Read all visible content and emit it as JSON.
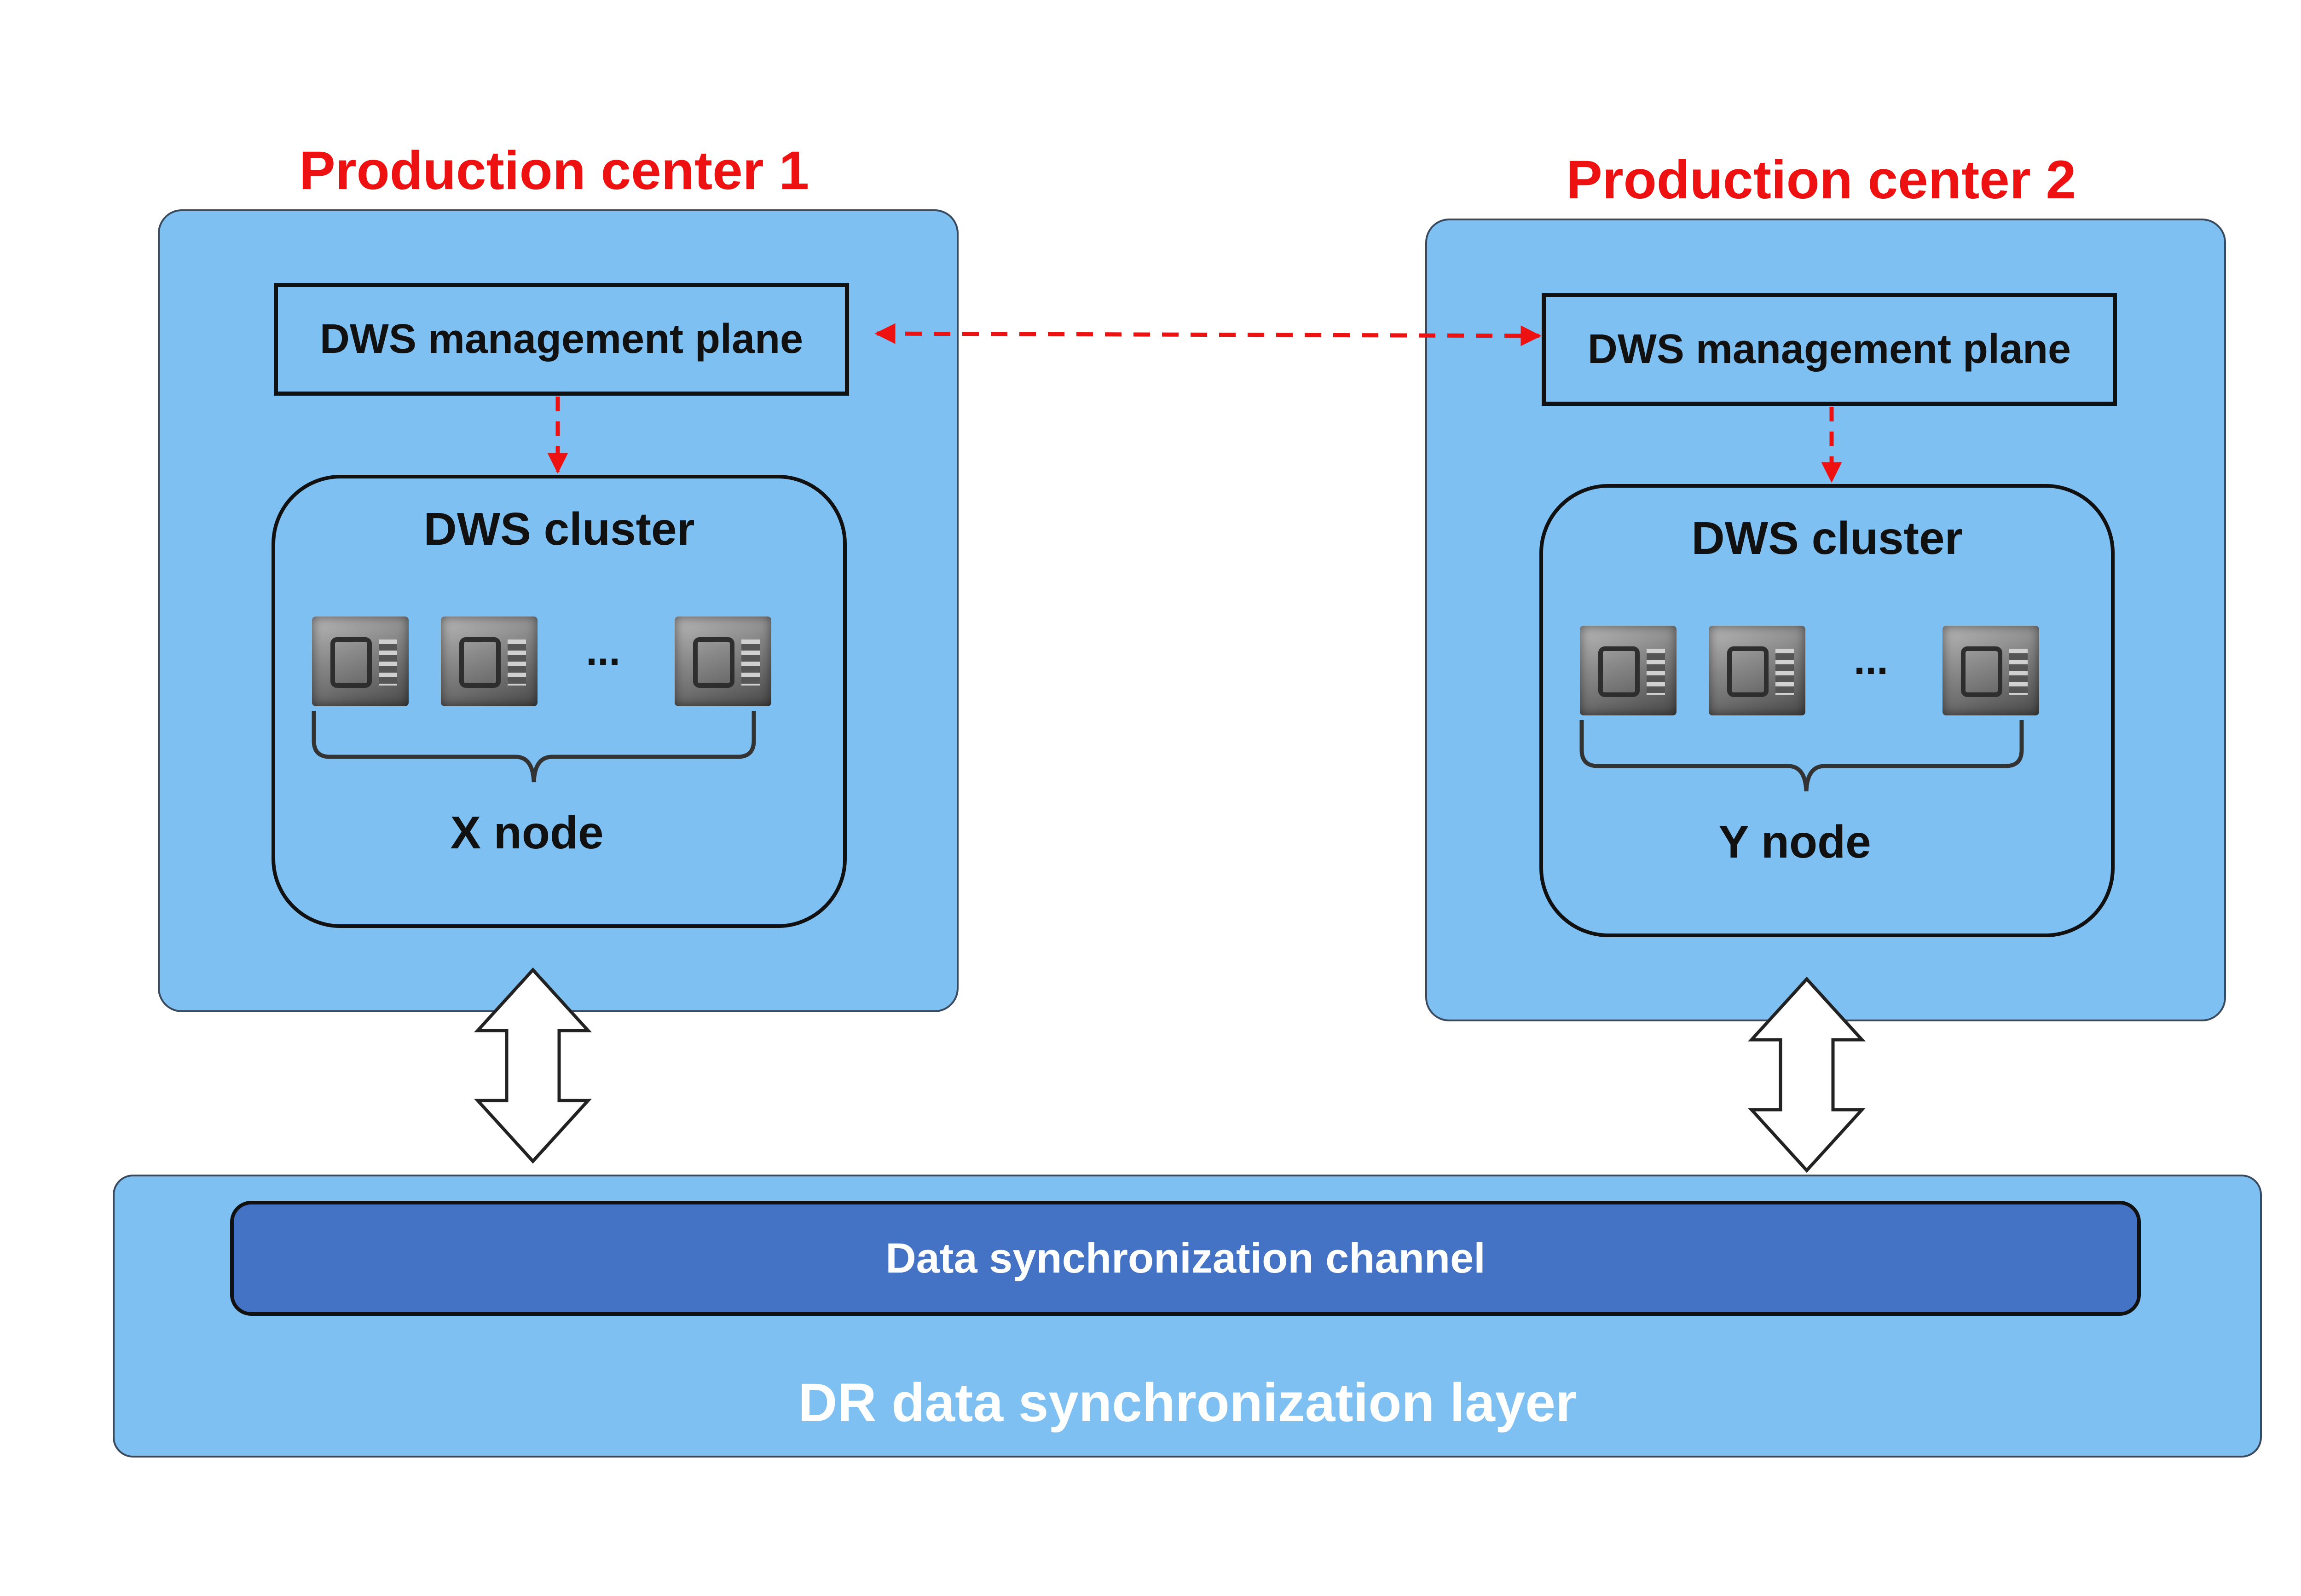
{
  "production_centers": [
    {
      "title": "Production center 1",
      "management_plane": "DWS management plane",
      "cluster_title": "DWS cluster",
      "ellipsis": "...",
      "node_label": "X node"
    },
    {
      "title": "Production center 2",
      "management_plane": "DWS management plane",
      "cluster_title": "DWS cluster",
      "ellipsis": "...",
      "node_label": "Y node"
    }
  ],
  "sync_layer": {
    "channel_label": "Data synchronization channel",
    "layer_label": "DR data synchronization layer"
  },
  "icons": [
    "server-icon",
    "double-headed-arrow-icon",
    "curly-brace-icon"
  ],
  "colors": {
    "title_red": "#ee1111",
    "box_blue": "#7ec0f2",
    "channel_blue": "#4472c4",
    "dashed_red": "#ee1111"
  }
}
